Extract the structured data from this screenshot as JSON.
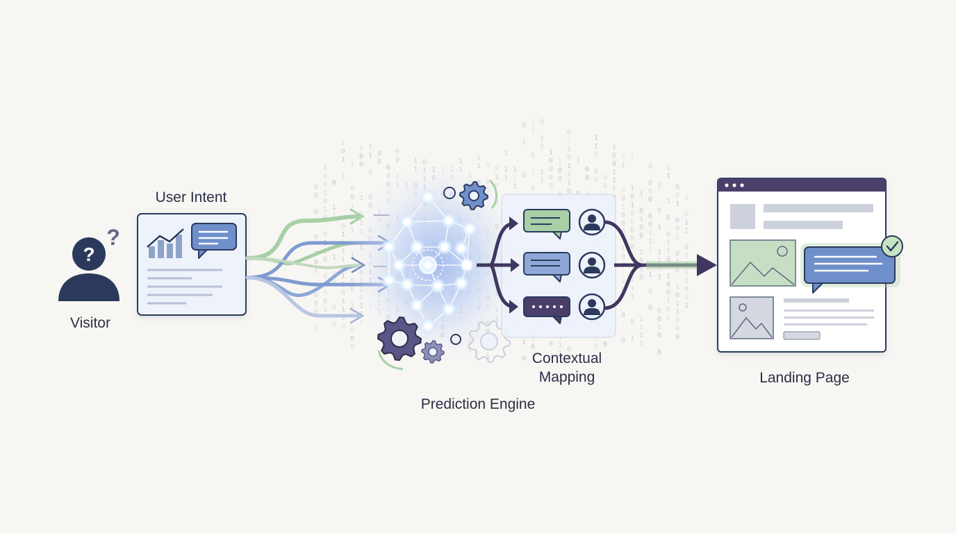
{
  "labels": {
    "visitor": "Visitor",
    "user_intent": "User Intent",
    "prediction_engine": "Prediction Engine",
    "contextual_mapping_line1": "Contextual",
    "contextual_mapping_line2": "Mapping",
    "landing_page": "Landing Page"
  },
  "icons": {
    "visitor": "user-question-icon",
    "intent_card": "chart-and-chat-card-icon",
    "engine": "neural-network-icon",
    "gears": "gear-icon",
    "mapping_messages": "chat-bubble-icon",
    "mapping_users": "user-avatar-icon",
    "landing": "browser-window-icon",
    "check": "check-icon"
  },
  "colors": {
    "navy": "#2b3a5c",
    "purple": "#4a3f6b",
    "blue": "#6f8fcb",
    "green": "#a8cfa6",
    "light_blue_bg": "#eef2fb",
    "glow": "#c9d8f5"
  },
  "binary_rain": {
    "text": "0 1 0 1 1 0 0 1 0 1 1 0"
  }
}
